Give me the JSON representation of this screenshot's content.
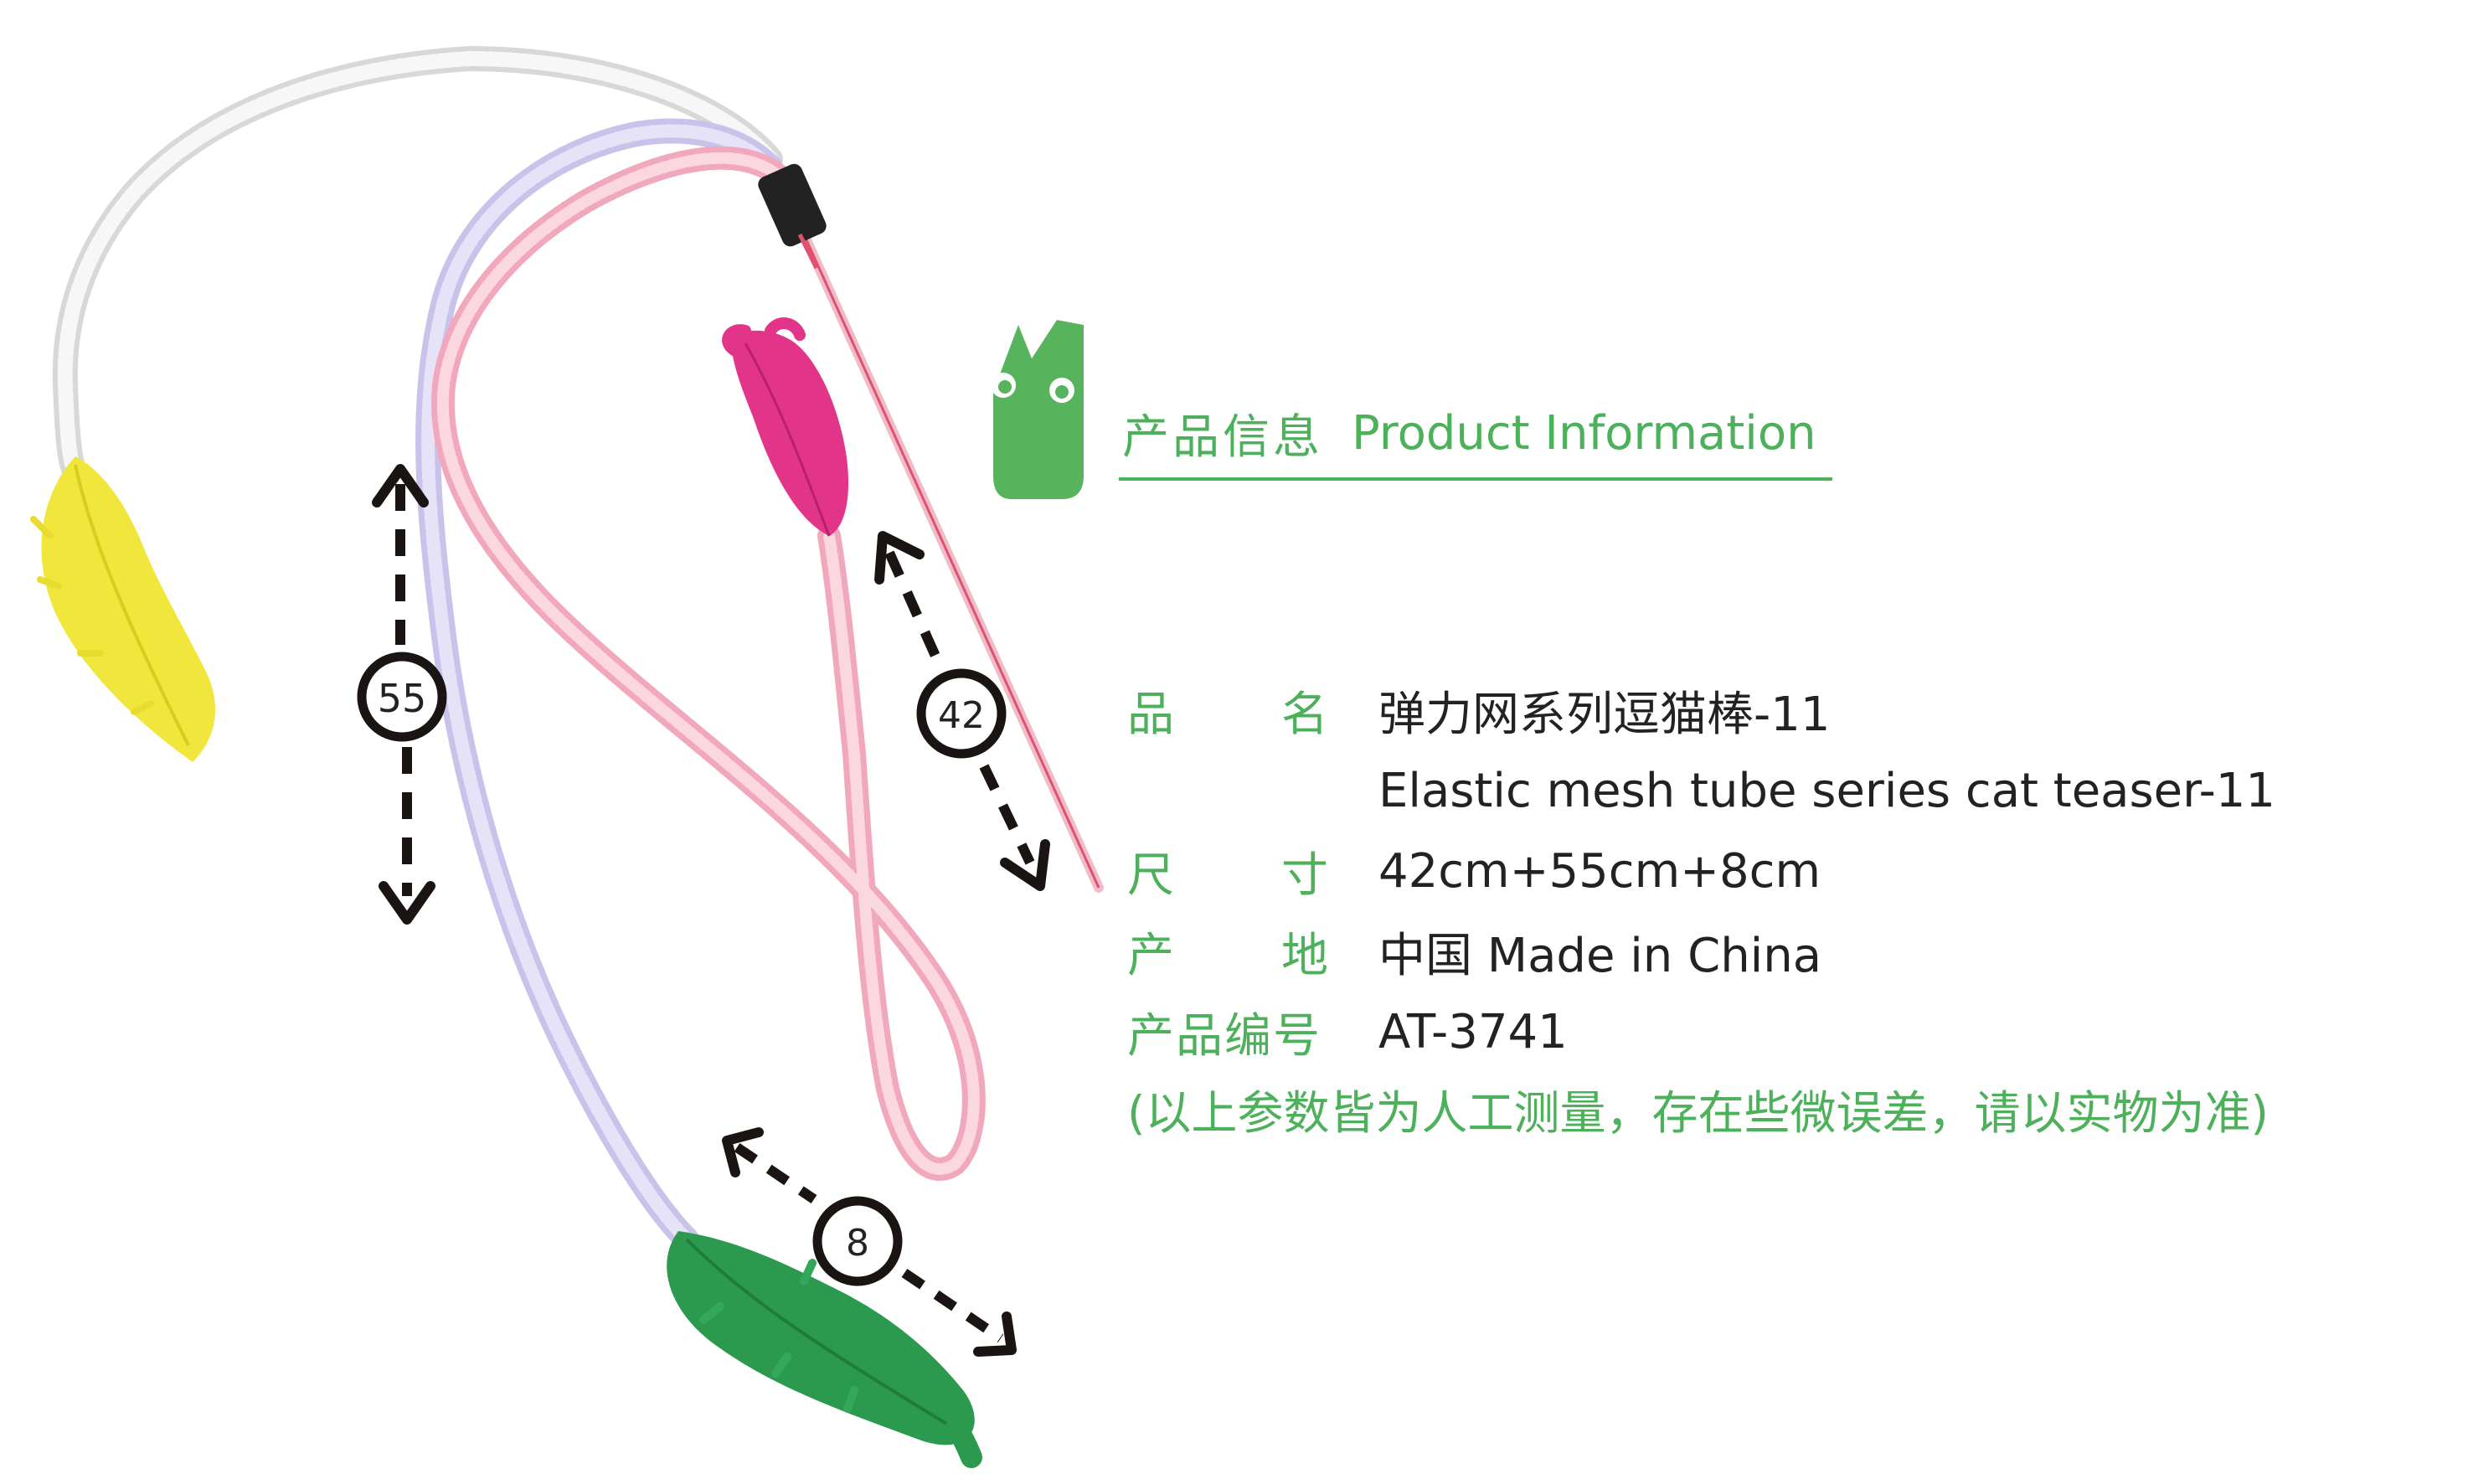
{
  "header": {
    "title_cn": "产品信息",
    "title_en": "Product Information"
  },
  "measurements": {
    "m55": "55",
    "m42": "42",
    "m8": "8"
  },
  "specs": {
    "name_label_1": "品",
    "name_label_2": "名",
    "name_cn": "弹力网系列逗猫棒-11",
    "name_en": "Elastic mesh tube series cat teaser-11",
    "size_label_1": "尺",
    "size_label_2": "寸",
    "size_value": "42cm+55cm+8cm",
    "origin_label_1": "产",
    "origin_label_2": "地",
    "origin_value": "中国 Made in China",
    "code_label": "产品编号",
    "code_value": "AT-3741"
  },
  "note": "(以上参数皆为人工测量，存在些微误差，请以实物为准)",
  "colors": {
    "accent": "#4db05a",
    "text": "#222222",
    "arrow": "#1a1512"
  }
}
